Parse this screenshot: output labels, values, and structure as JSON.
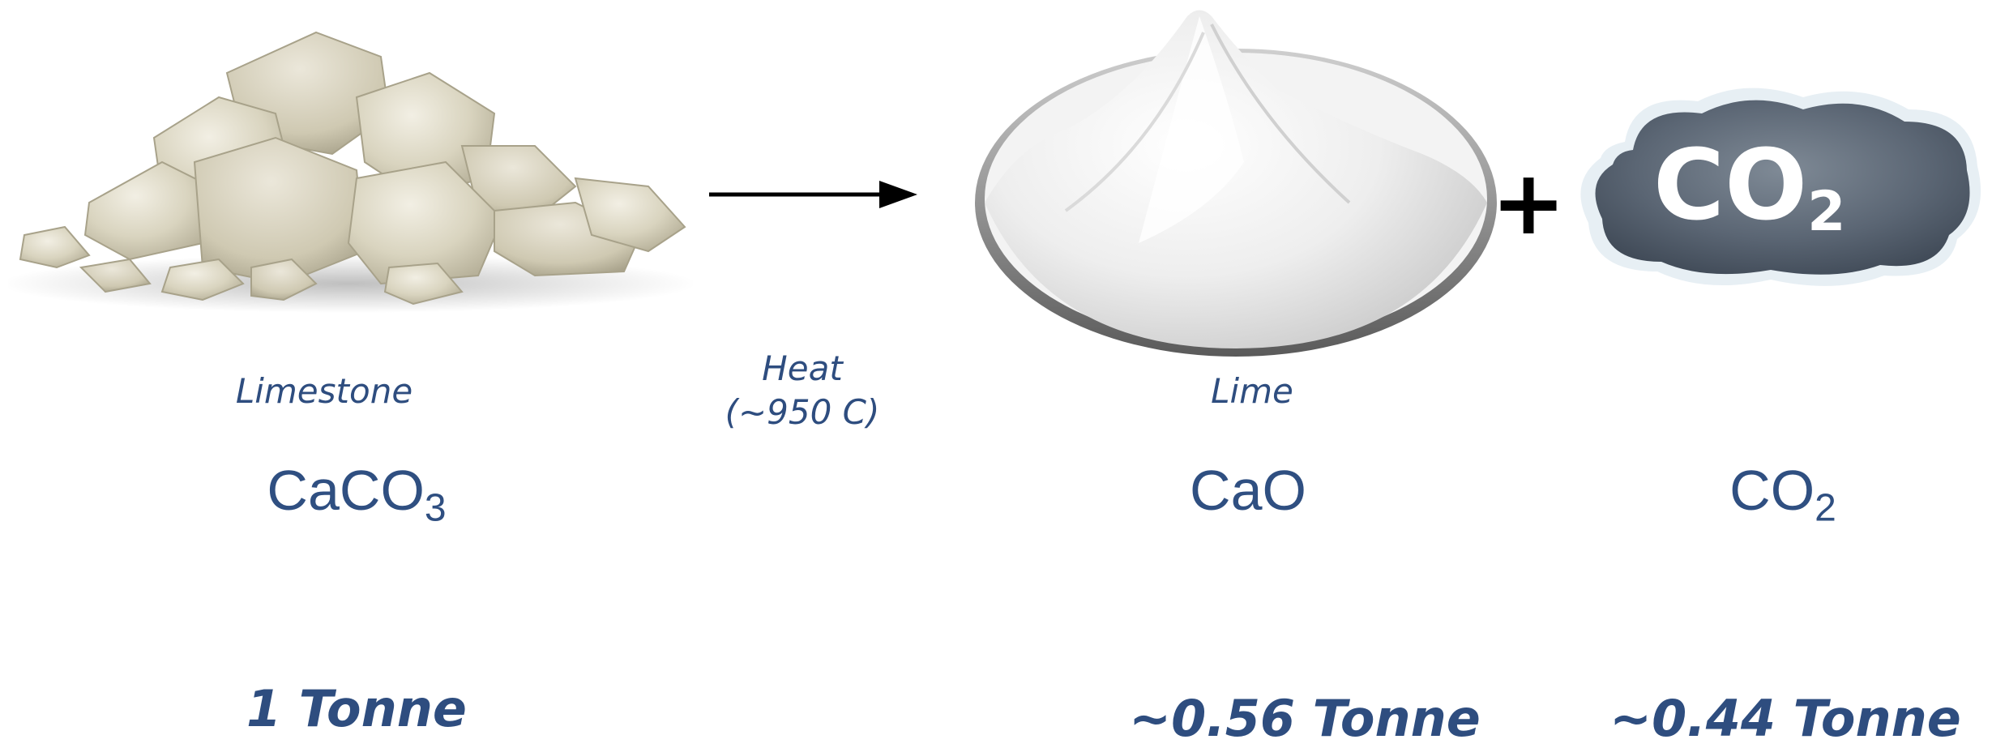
{
  "reactant": {
    "name": "Limestone",
    "formula_base": "CaCO",
    "formula_sub": "3",
    "mass": "1 Tonne"
  },
  "condition": {
    "line1": "Heat",
    "line2": "(~950 C)"
  },
  "product_lime": {
    "name": "Lime",
    "formula": "CaO",
    "mass": "~0.56 Tonne"
  },
  "plus_sign": "+",
  "product_co2": {
    "cloud_text_base": "CO",
    "cloud_text_sub": "2",
    "formula_base": "CO",
    "formula_sub": "2",
    "mass": "~0.44 Tonne"
  },
  "colors": {
    "label_blue": "#2e4d7f",
    "cloud": "#5a6878",
    "limestone": "#ddd8c4"
  }
}
